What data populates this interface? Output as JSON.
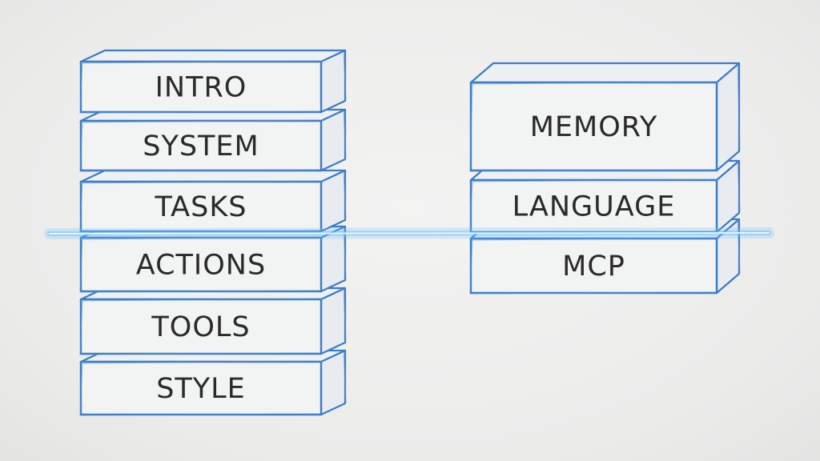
{
  "left_stack": {
    "blocks": [
      {
        "label": "INTRO"
      },
      {
        "label": "SYSTEM"
      },
      {
        "label": "TASKS"
      },
      {
        "label": "ACTIONS"
      },
      {
        "label": "TOOLS"
      },
      {
        "label": "STYLE"
      }
    ]
  },
  "right_stack": {
    "blocks": [
      {
        "label": "MEMORY"
      },
      {
        "label": "LANGUAGE"
      },
      {
        "label": "MCP"
      }
    ]
  },
  "colors": {
    "outline": "#3c7cc8",
    "glow_line": "#5fb8ff",
    "text": "#2a2a2a",
    "background": "#eeeeed"
  }
}
